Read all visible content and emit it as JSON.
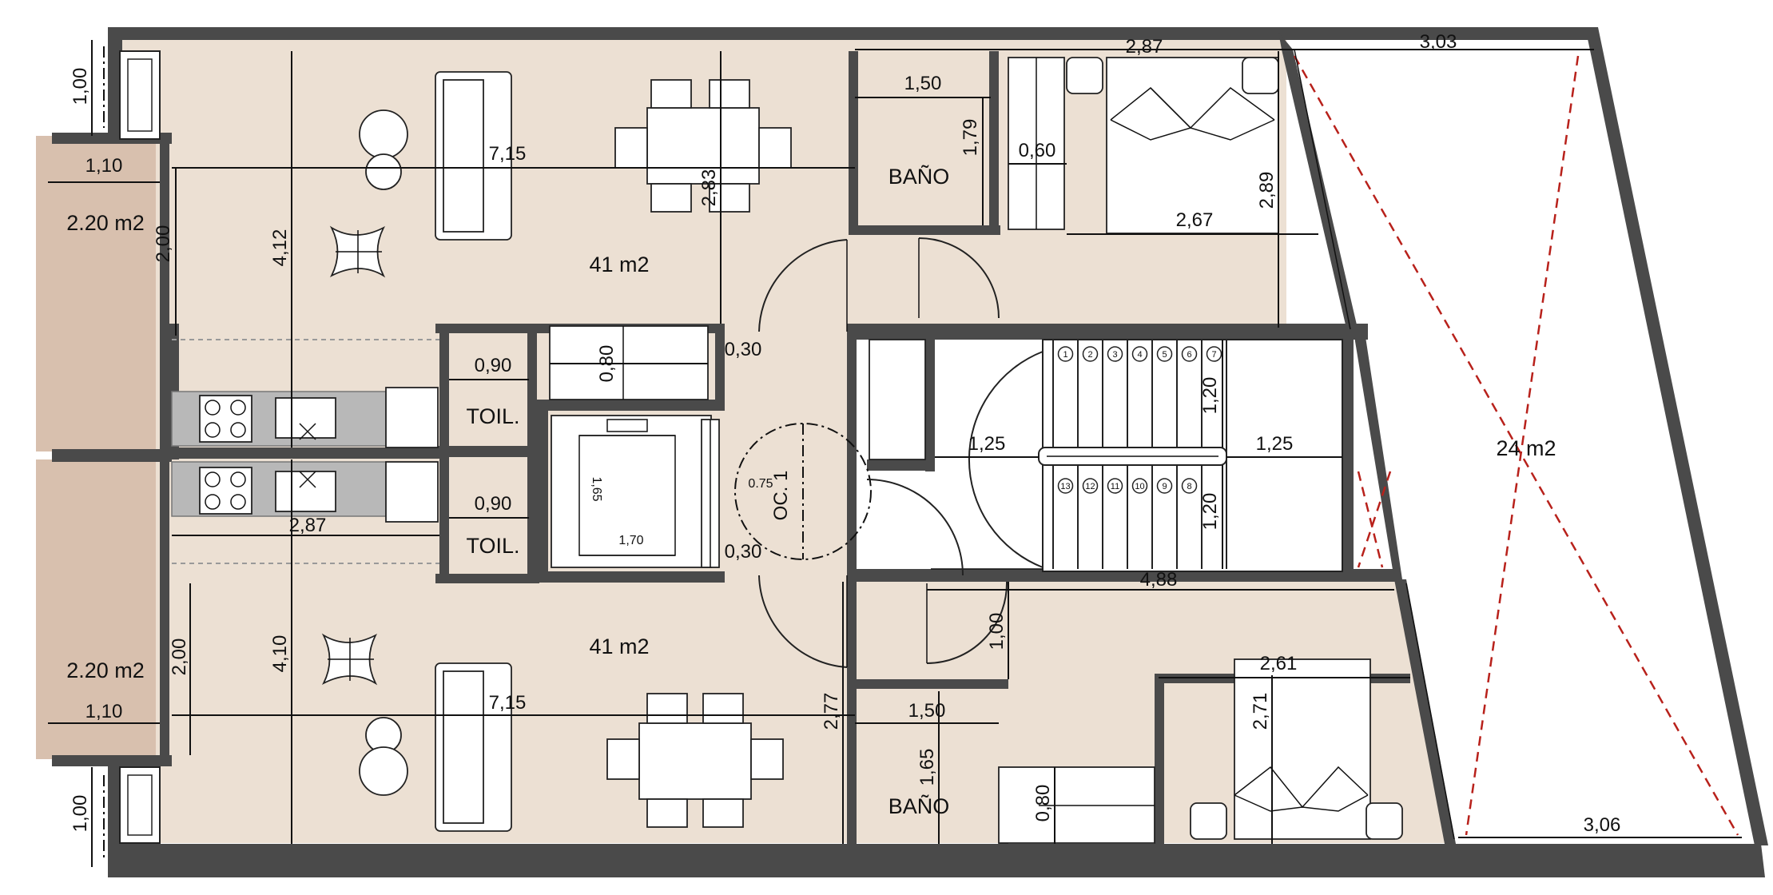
{
  "plan": {
    "areas": {
      "unit_top": "41  m2",
      "unit_bottom": "41  m2",
      "terrace": "24  m2",
      "balcony_top": "2.20  m2",
      "balcony_bottom": "2.20  m2"
    },
    "rooms": {
      "bath_top": "BAÑO",
      "bath_bottom": "BAÑO",
      "toilet_top": "TOIL.",
      "toilet_bottom": "TOIL."
    },
    "dimensions": {
      "top_2_87": "2,87",
      "top_3_03": "3,03",
      "left_1_00_top": "1,00",
      "left_1_00_bottom": "1,00",
      "balcony_1_10_top": "1,10",
      "balcony_1_10_bottom": "1,10",
      "balcony_2_00_top": "2,00",
      "balcony_2_00_bottom": "2,00",
      "unit_7_15_top": "7,15",
      "unit_7_15_bottom": "7,15",
      "unit_4_12": "4,12",
      "unit_4_10": "4,10",
      "unit_2_83": "2,83",
      "unit_2_77": "2,77",
      "kitchen_2_87": "2,87",
      "bath_1_50_top": "1,50",
      "bath_1_50_bottom": "1,50",
      "bath_1_79": "1,79",
      "bath_1_65": "1,65",
      "closet_0_60": "0,60",
      "closet_0_80_top": "0,80",
      "closet_0_80_bottom": "0,80",
      "bed_2_67": "2,67",
      "bed_2_89": "2,89",
      "bed_2_61": "2,61",
      "bed_2_71": "2,71",
      "toilet_0_90_top": "0,90",
      "toilet_0_90_bottom": "0,90",
      "shaft_0_30_top": "0,30",
      "shaft_0_30_bottom": "0,30",
      "stair_1_25_left": "1,25",
      "stair_1_25_right": "1,25",
      "stair_1_20_top": "1,20",
      "stair_1_20_bottom": "1,20",
      "hall_4_88": "4,88",
      "hall_1_00": "1,00",
      "terrace_3_06": "3,06",
      "lift_1_70": "1,70",
      "lift_1_65": "1,65",
      "lift_0_75": "0.75",
      "turn_radius": "OC. 1"
    },
    "step_numbers_top": [
      "1",
      "2",
      "3",
      "4",
      "5",
      "6",
      "7"
    ],
    "step_numbers_bottom": [
      "13",
      "12",
      "11",
      "10",
      "9",
      "8"
    ],
    "colors": {
      "floor": "#ece0d3",
      "deck": "#d8c0ae",
      "wall": "#4a4a4a",
      "accent_dashed": "#b8211b"
    }
  }
}
